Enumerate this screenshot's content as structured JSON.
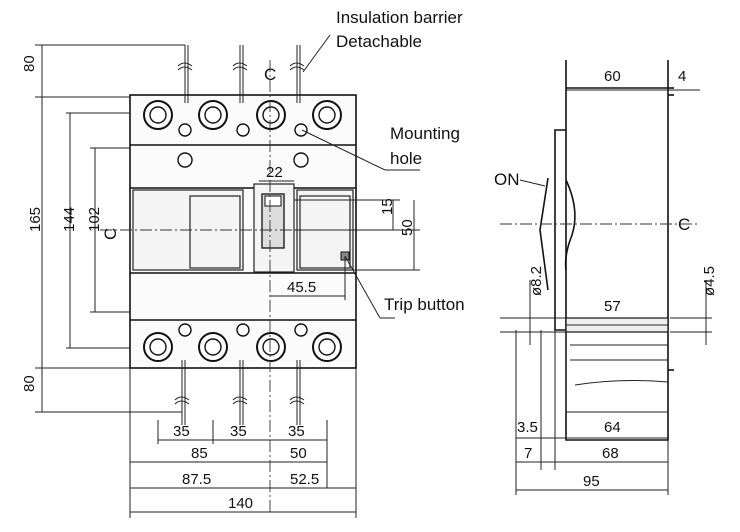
{
  "labels": {
    "insulation_barrier": "Insulation barrier",
    "detachable": "Detachable",
    "mounting": "Mounting",
    "hole": "hole",
    "trip_button": "Trip button",
    "on": "ON",
    "centerline": "C"
  },
  "dimensions": {
    "top_terminal": "80",
    "bottom_terminal": "80",
    "overall_height": "165",
    "mounting_height": "144",
    "cover_height": "102",
    "handle_width": "22",
    "handle_offset": "15",
    "handle_height": "50",
    "handle_position": "45.5",
    "pole_pitch_1": "35",
    "pole_pitch_2": "35",
    "pole_pitch_3": "35",
    "span_left": "85",
    "span_right": "50",
    "half_left": "87.5",
    "half_right": "52.5",
    "overall_width": "140",
    "depth_60": "60",
    "depth_4": "4",
    "dia_8_2": "ø8.2",
    "dia_4_5": "ø4.5",
    "depth_57": "57",
    "depth_3_5": "3.5",
    "depth_64": "64",
    "depth_7": "7",
    "depth_68": "68",
    "depth_95": "95"
  }
}
